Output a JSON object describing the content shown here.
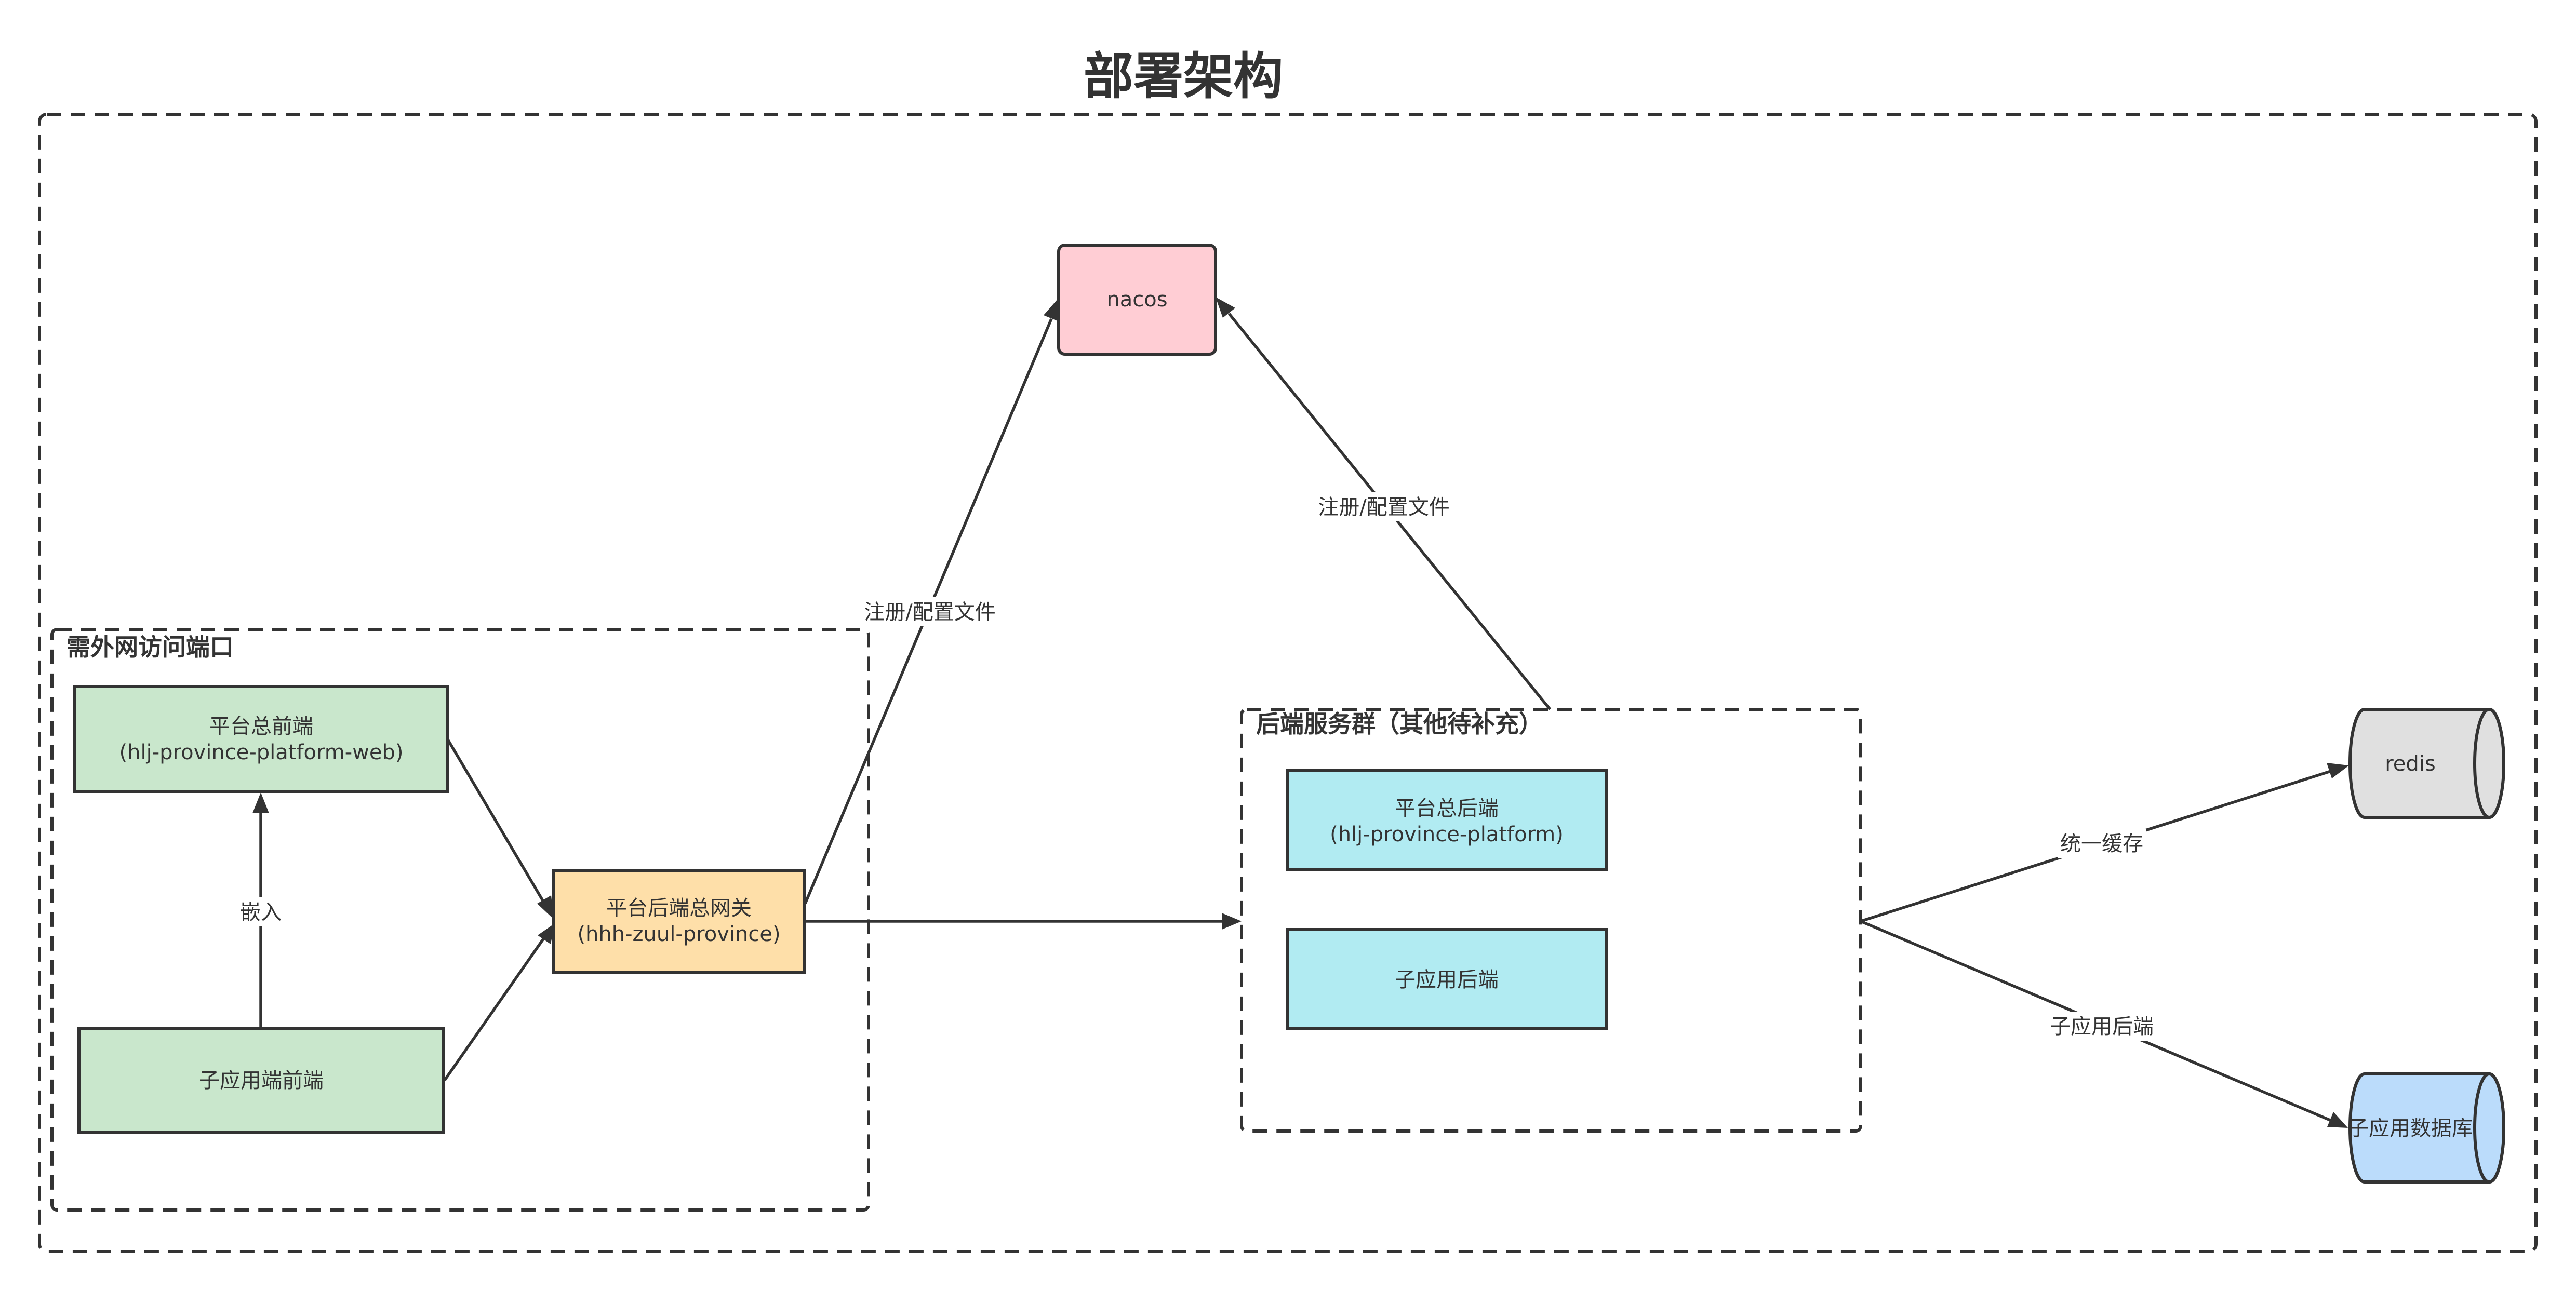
{
  "title": "部署架构",
  "groups": {
    "external": {
      "label": "需外网访问端口"
    },
    "backend": {
      "label": "后端服务群（其他待补充）"
    }
  },
  "nodes": {
    "platform_web": {
      "line1": "平台总前端",
      "line2": "(hlj-province-platform-web)",
      "color": "#c9e7cc"
    },
    "subapp_frontend": {
      "line1": "子应用端前端",
      "color": "#c9e7cc"
    },
    "gateway": {
      "line1": "平台后端总网关",
      "line2": "(hhh-zuul-province)",
      "color": "#fedfa9"
    },
    "nacos": {
      "line1": "nacos",
      "color": "#ffcdd4"
    },
    "platform_backend": {
      "line1": "平台总后端",
      "line2": "(hlj-province-platform)",
      "color": "#b1ebf2"
    },
    "subapp_backend": {
      "line1": "子应用后端",
      "color": "#b1ebf2"
    },
    "redis": {
      "line1": "redis",
      "color": "#e0e0e0"
    },
    "subapp_db": {
      "line1": "子应用数据库",
      "color": "#bbdcfb"
    }
  },
  "edges": {
    "embed": "嵌入",
    "gateway_nacos": "注册/配置文件",
    "backend_nacos": "注册/配置文件",
    "cache": "统一缓存",
    "db": "子应用后端"
  }
}
